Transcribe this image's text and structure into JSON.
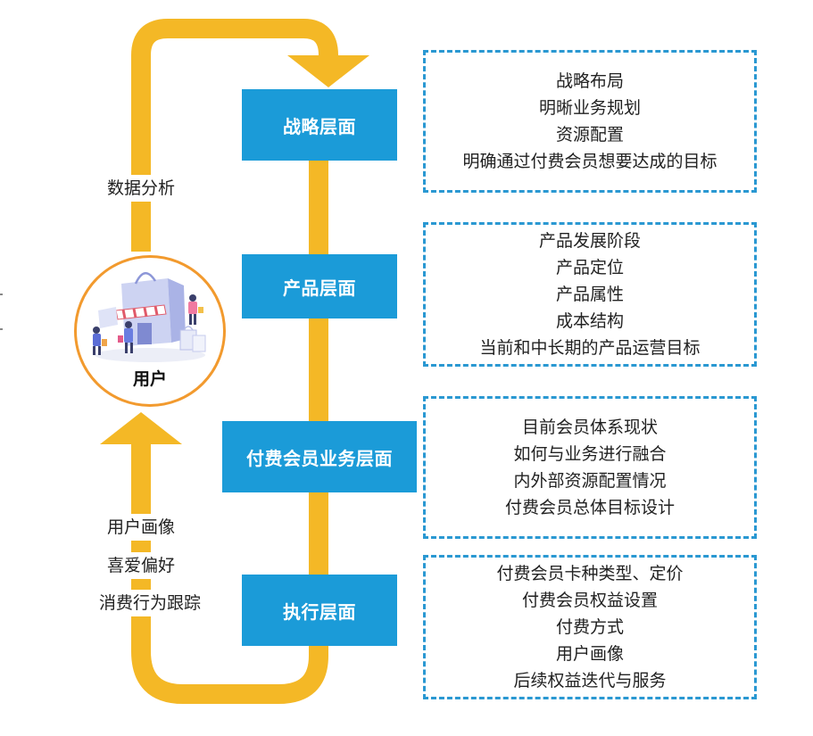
{
  "colors": {
    "flow": "#f4b826",
    "layer_fill": "#1b9bd8",
    "box_border": "#2a98d2",
    "circle_border": "#f29a2e"
  },
  "layers": [
    {
      "label": "战略层面"
    },
    {
      "label": "产品层面"
    },
    {
      "label": "付费会员业务层面"
    },
    {
      "label": "执行层面"
    }
  ],
  "boxes": [
    {
      "lines": [
        "战略布局",
        "明晰业务规划",
        "资源配置",
        "明确通过付费会员想要达成的目标"
      ]
    },
    {
      "lines": [
        "产品发展阶段",
        "产品定位",
        "产品属性",
        "成本结构",
        "当前和中长期的产品运营目标"
      ]
    },
    {
      "lines": [
        "目前会员体系现状",
        "如何与业务进行融合",
        "内外部资源配置情况",
        "付费会员总体目标设计"
      ]
    },
    {
      "lines": [
        "付费会员卡种类型、定价",
        "付费会员权益设置",
        "付费方式",
        "用户画像",
        "后续权益迭代与服务"
      ]
    }
  ],
  "left": {
    "analysis": "数据分析",
    "user": "用户",
    "inputs": [
      "用户画像",
      "喜爱偏好",
      "消费行为跟踪"
    ]
  }
}
